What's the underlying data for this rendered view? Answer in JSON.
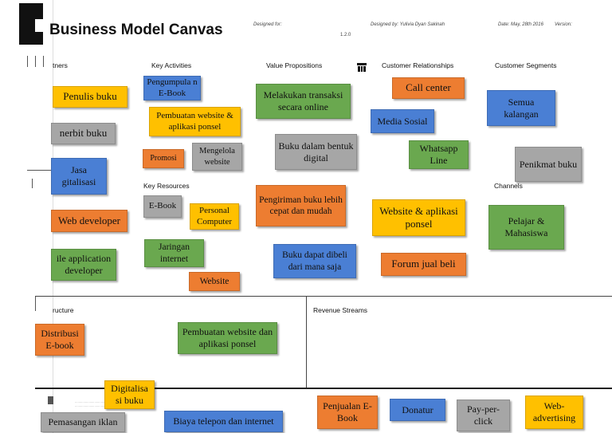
{
  "header": {
    "title": "Business Model Canvas",
    "designed_for_label": "Designed for:",
    "designed_by": "Designed by: Yulivia Dyan Sakinah",
    "date": "Date: May, 28th 2016",
    "version_label": "Version:",
    "version": "1.2.0"
  },
  "sections": {
    "key_partners": "tners",
    "key_activities": "Key Activities",
    "value_propositions": "Value Propositions",
    "customer_relationships": "Customer Relationships",
    "customer_segments": "Customer Segments",
    "key_resources": "Key Resources",
    "channels": "Channels",
    "cost_structure": "ructure",
    "revenue_streams": "Revenue Streams"
  },
  "notes": {
    "penulis_buku": "Penulis buku",
    "penerbit_buku": "nerbit buku",
    "jasa_digitalisasi": "Jasa gitalisasi",
    "web_developer": "Web developer",
    "mobile_app_developer": "ile application developer",
    "pengumpulan_ebook": "Pengumpula n E-Book",
    "pembuatan_website_aplikasi": "Pembuatan website & aplikasi ponsel",
    "promosi": "Promosi",
    "mengelola_website": "Mengelola website",
    "ebook_resource": "E-Book",
    "personal_computer": "Personal Computer",
    "jaringan_internet": "Jaringan internet",
    "website_resource": "Website",
    "melakukan_transaksi": "Melakukan transaksi secara online",
    "buku_digital": "Buku dalam bentuk digital",
    "pengiriman_buku": "Pengiriman buku lebih cepat dan mudah",
    "buku_dapat_dibeli": "Buku dapat dibeli dari mana saja",
    "call_center": "Call center",
    "media_sosial": "Media Sosial",
    "whatsapp_line": "Whatsapp Line",
    "website_aplikasi_ponsel": "Website & aplikasi ponsel",
    "forum_jual_beli": "Forum jual beli",
    "semua_kalangan": "Semua kalangan",
    "penikmat_buku": "Penikmat buku",
    "pelajar_mahasiswa": "Pelajar & Mahasiswa",
    "distribusi_ebook": "Distribusi E-book",
    "pembuatan_website_cost": "Pembuatan website dan aplikasi ponsel",
    "digitalisasi_buku": "Digitalisa si buku",
    "pemasangan_iklan": "Pemasangan iklan",
    "biaya_telepon": "Biaya telepon dan internet",
    "penjualan_ebook": "Penjualan E-Book",
    "donatur": "Donatur",
    "pay_per_click": "Pay-per-click",
    "web_advertising": "Web-advertising"
  }
}
